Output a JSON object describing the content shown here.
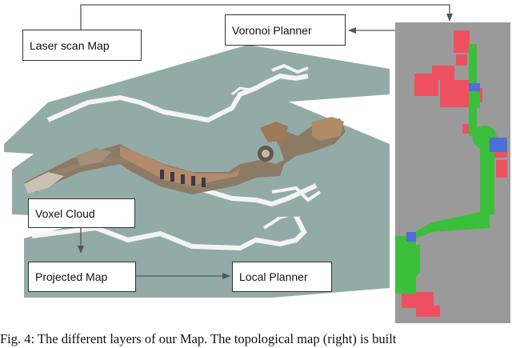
{
  "figure": {
    "boxes": {
      "laser_scan_map": "Laser scan Map",
      "voronoi_planner": "Voronoi Planner",
      "voxel_cloud": "Voxel Cloud",
      "projected_map": "Projected Map",
      "local_planner": "Local Planner"
    },
    "caption": "Fig. 4: The different layers of our Map. The topological map (right) is built",
    "colors": {
      "layer_plane": "#93aba6",
      "map_background": "#9a9a9a",
      "free_space": "#3bbf3b",
      "rooms": "#ef5060",
      "doors": "#4d6fd6",
      "corridor_walls": "#f4f4f4"
    }
  }
}
